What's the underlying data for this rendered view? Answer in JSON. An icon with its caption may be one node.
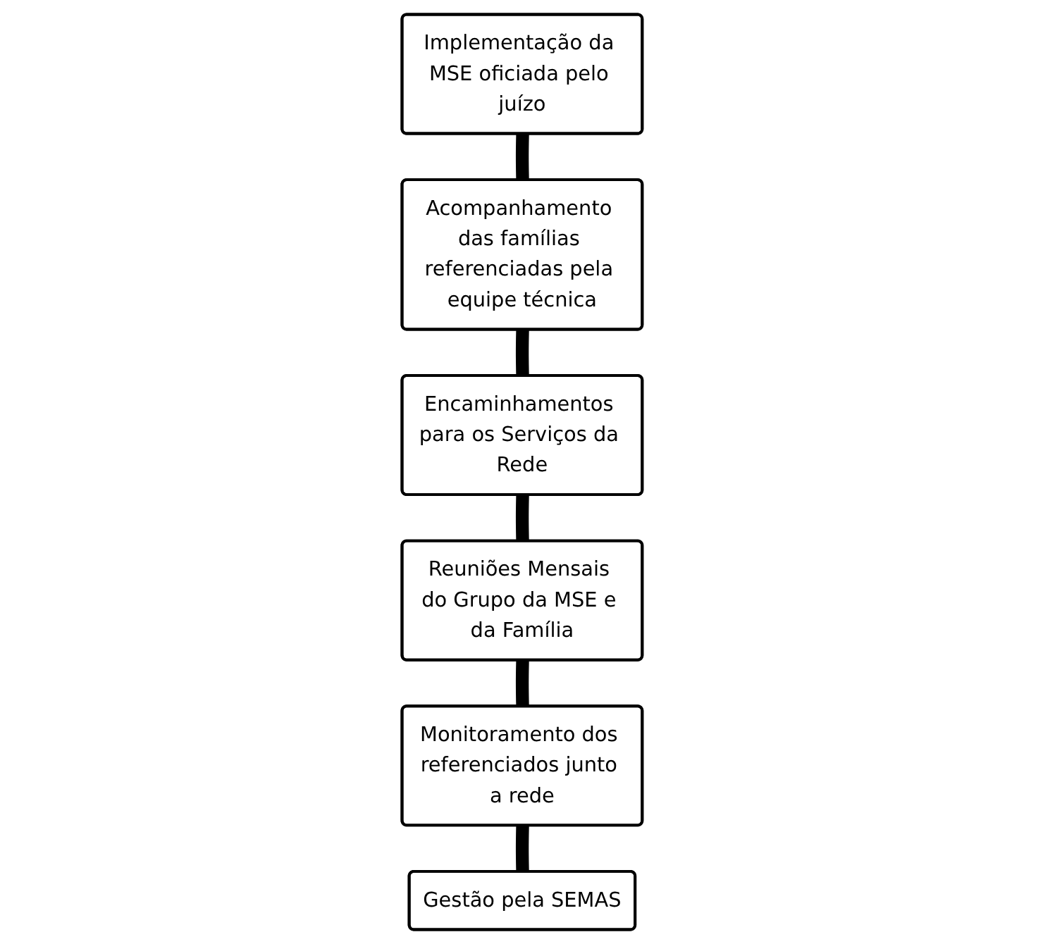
{
  "diagram": {
    "nodes": [
      {
        "text": [
          "Implementação da MSE oficiada pelo juízo"
        ]
      },
      {
        "text": [
          "Gestão pela SEMAS"
        ]
      },
      {
        "text": [
          "Acompanhamento das famílias referenciadas pela equipe técnica"
        ]
      },
      {
        "text": [
          "Monitoramento dos referenciados junto a rede"
        ]
      },
      {
        "text": [
          "Encaminhamentos para os Serviços da Rede"
        ]
      },
      {
        "text": [
          "Reuniões Mensais do Grupo da MSE e da Família"
        ]
      }
    ],
    "edges": [
      {
        "from": 0,
        "to": 2,
        "arrow": "none"
      },
      {
        "from": 2,
        "to": 4,
        "arrow": "none"
      },
      {
        "from": 4,
        "to": 5,
        "arrow": "none"
      },
      {
        "from": 5,
        "to": 3,
        "arrow": "none"
      },
      {
        "from": 3,
        "to": 1,
        "arrow": "none"
      }
    ]
  }
}
